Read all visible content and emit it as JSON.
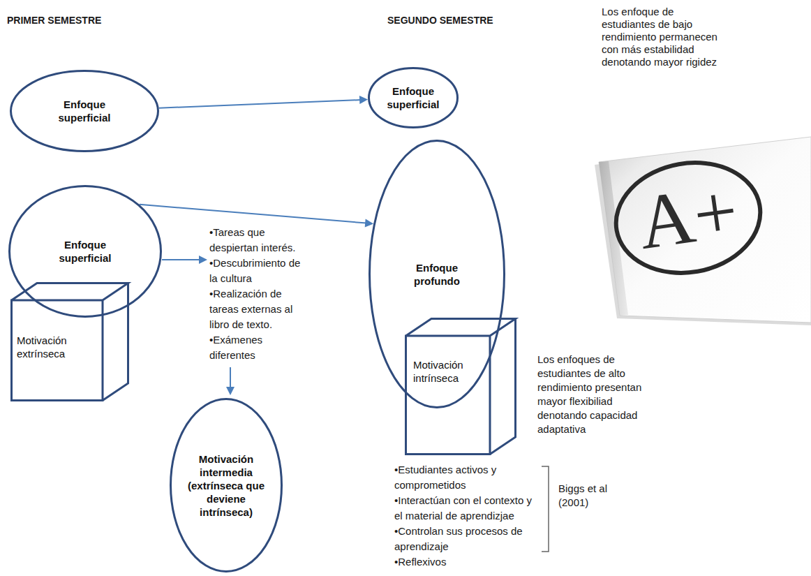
{
  "diagram": {
    "nodes": [
      {
        "text": [
          "Enfoque superficial"
        ]
      },
      {
        "text": [
          "Enfoque superficial"
        ]
      },
      {
        "text": [
          "Enfoque superficial"
        ]
      },
      {
        "text": [
          "Motivación extrínseca"
        ]
      },
      {
        "text": [
          "Enfoque profundo"
        ]
      },
      {
        "text": [
          "Motivación intrínseca"
        ]
      },
      {
        "text": [
          "Motivación intermedia (extrínseca que deviene intrínseca)"
        ]
      }
    ],
    "edges": [
      {
        "from": 0,
        "to": 1,
        "arrow": "to"
      },
      {
        "from": 2,
        "to": 4,
        "arrow": "to"
      }
    ],
    "labels": [
      "PRIMER SEMESTRE",
      "SEGUNDO SEMESTRE",
      "Los enfoque de estudiantes de bajo rendimiento permanecen con más estabilidad denotando mayor rigidez",
      "A+",
      "•Tareas que despiertan interés.",
      "•Descubrimiento de la cultura",
      "•Realización de tareas externas al libro de texto.",
      "•Exámenes diferentes",
      "Los enfoques de estudiantes de alto rendimiento presentan mayor flexibiliad denotando capacidad adaptativa",
      "•Estudiantes activos y comprometidos",
      "•Interactúan con el contexto y el material de aprendizjae",
      "•Controlan sus procesos de aprendizaje",
      "•Reflexivos",
      "Biggs et al (2001)"
    ]
  }
}
